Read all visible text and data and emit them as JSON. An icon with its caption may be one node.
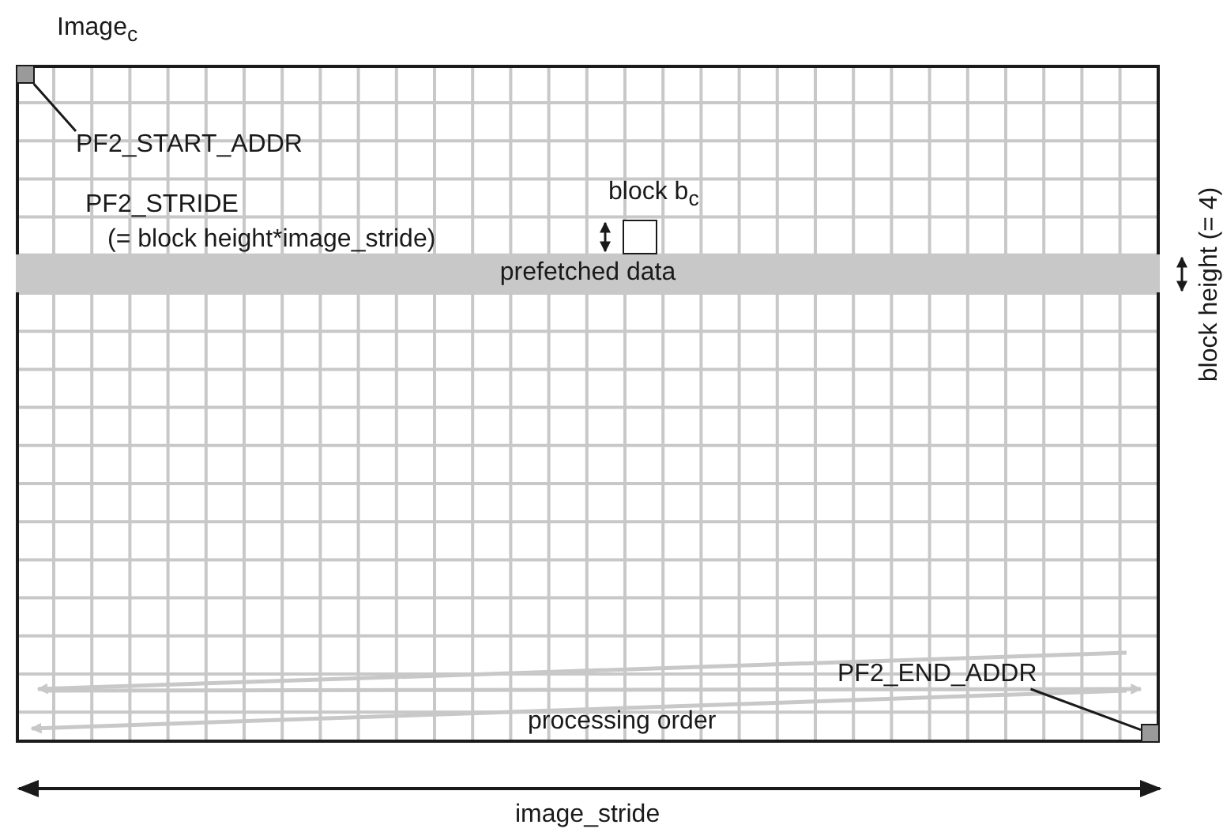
{
  "diagram": {
    "nodes": [
      {
        "text": [
          "Image$_{c}$"
        ]
      },
      {
        "text": [],
        "shape": "box",
        "in": 0
      },
      {
        "text": [
          "PF2_START_ADDR"
        ],
        "in": 0
      },
      {
        "text": [
          "block b$_{c}$"
        ],
        "in": 0
      },
      {
        "text": [
          "prefetched data"
        ],
        "in": 0
      },
      {
        "text": [],
        "shape": "box",
        "in": 0
      },
      {
        "text": [
          "PF2_END_ADDR"
        ],
        "in": 0
      }
    ],
    "edges": [
      {
        "from": 2,
        "to": 1,
        "arrow": "none"
      },
      {
        "from": 6,
        "to": 5,
        "arrow": "none"
      }
    ],
    "labels": [
      "PF2_STRIDE",
      "(= block height*image_stride)",
      "block height (= 4)",
      "processing order",
      "image_stride"
    ]
  }
}
